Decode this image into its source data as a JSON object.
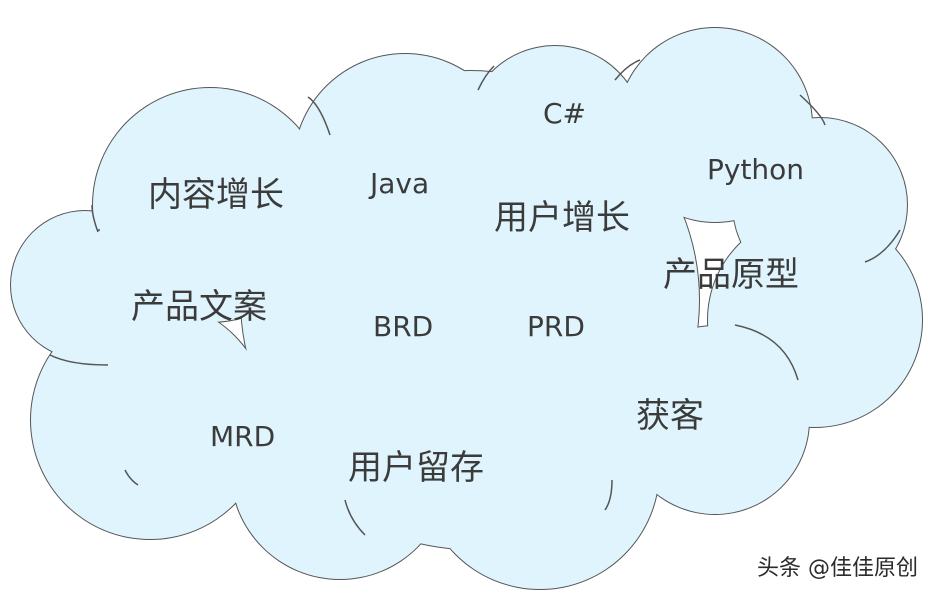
{
  "cloud": {
    "fill": "#dff4fc",
    "stroke": "#555555"
  },
  "words": {
    "csharp": "C#",
    "python": "Python",
    "java": "Java",
    "content_growth": "内容增长",
    "user_growth": "用户增长",
    "product_prototype": "产品原型",
    "product_copy": "产品文案",
    "brd": "BRD",
    "prd": "PRD",
    "acquisition": "获客",
    "mrd": "MRD",
    "user_retention": "用户留存"
  },
  "watermark": "头条 @佳佳原创"
}
